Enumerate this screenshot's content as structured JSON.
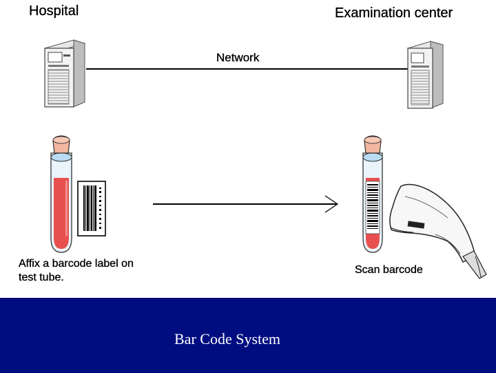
{
  "nodes": {
    "hospital": "Hospital",
    "exam_center": "Examination center"
  },
  "edges": {
    "network": "Network"
  },
  "steps": {
    "affix": "Affix a barcode label on test tube.",
    "scan": "Scan barcode"
  },
  "footer": {
    "caption": "Bar Code System",
    "bg_color": "#000d80",
    "text_color": "#ffffff"
  },
  "icons": [
    "server-icon",
    "test-tube-icon",
    "barcode-label-icon",
    "barcode-scanner-icon"
  ]
}
